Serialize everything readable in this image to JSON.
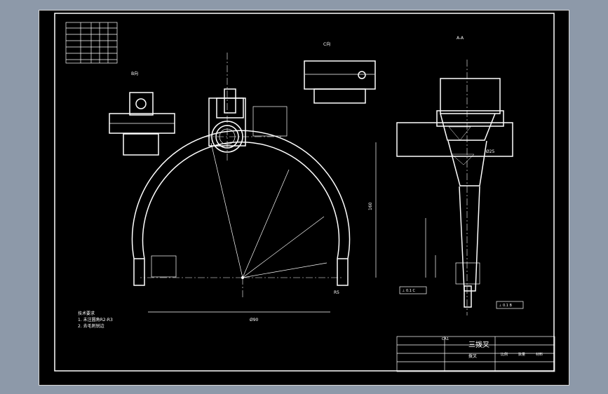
{
  "drawing": {
    "title_block": {
      "part_name": "三拨叉",
      "drawing_no": "CA1",
      "company": "拨叉",
      "info": [
        "比例",
        "数量",
        "材料"
      ]
    },
    "dimensions": {
      "center_height": "160",
      "arc_radius": "R5",
      "width": "Ø90",
      "tolerance": "Ø25"
    },
    "notes": [
      "技术要求",
      "1. 未注圆角R2-R3",
      "2. 去毛刺锐边"
    ],
    "views": {
      "section_a": "A-A",
      "view_b": "B向",
      "view_c": "C向"
    },
    "tolerance_boxes": {
      "box1": "⊥ 0.1 C",
      "box2": "⊥ 0.1 B"
    }
  }
}
